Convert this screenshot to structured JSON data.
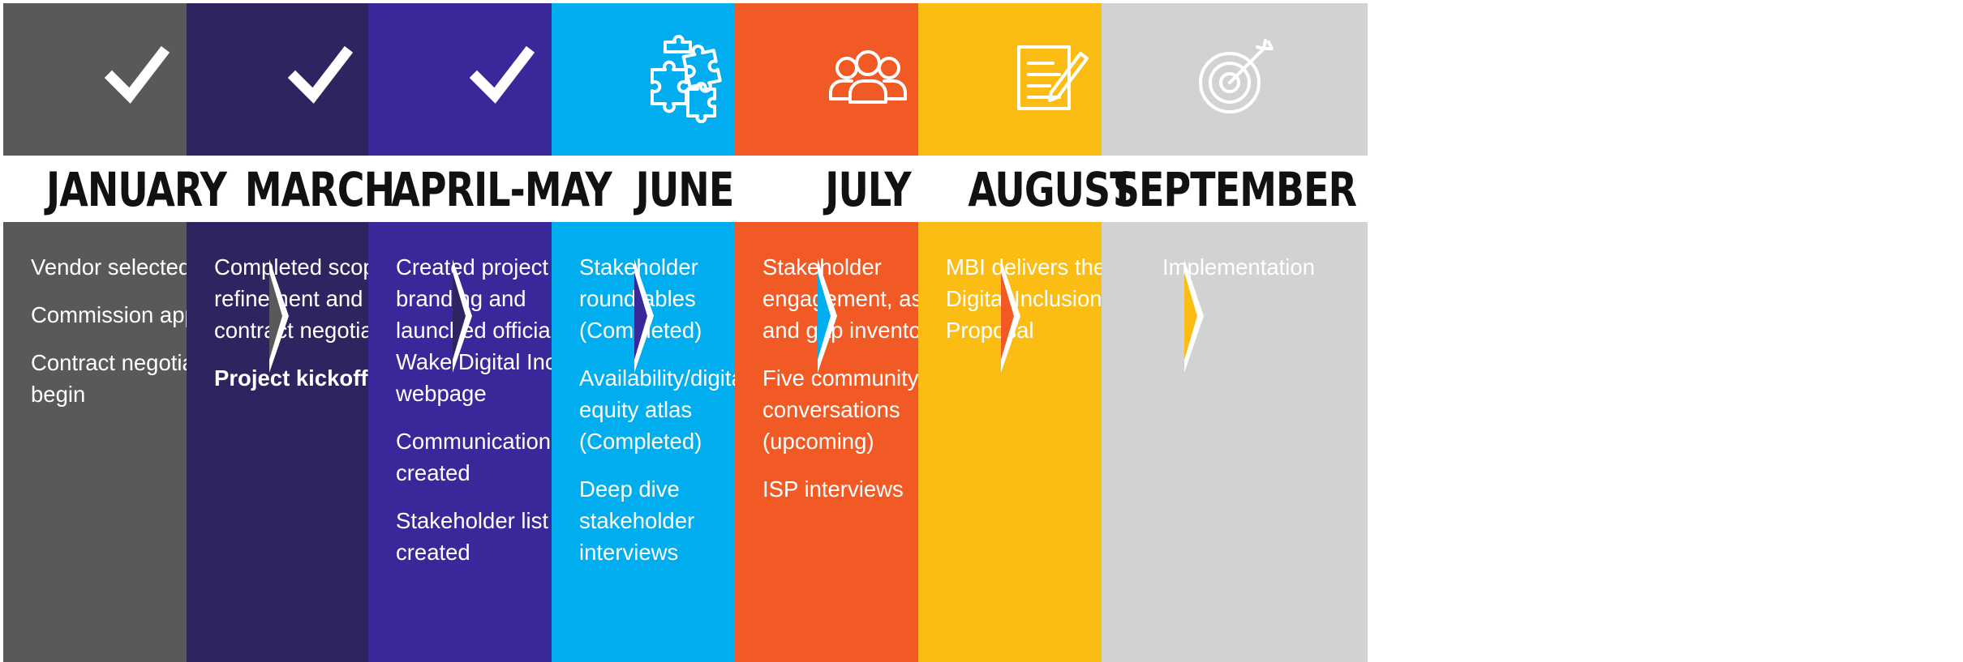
{
  "phases": [
    {
      "month": "JANUARY",
      "icon": "checkmark-icon",
      "color": "#58595b",
      "items": [
        {
          "text": "Vendor selected"
        },
        {
          "text": "Commission approval"
        },
        {
          "text": "Contract negotiations begin"
        }
      ]
    },
    {
      "month": "MARCH",
      "icon": "checkmark-icon",
      "color": "#2e2460",
      "items": [
        {
          "text": "Completed scope refinement and contract negotiations"
        },
        {
          "text": "Project kickoff!",
          "bold": true
        }
      ]
    },
    {
      "month": "APRIL-MAY",
      "icon": "checkmark-icon",
      "color": "#38289a",
      "items": [
        {
          "text": "Created project branding and launched official Wake Digital Inclusion webpage"
        },
        {
          "text": "Communications plan created"
        },
        {
          "text": "Stakeholder list created"
        }
      ]
    },
    {
      "month": "JUNE",
      "icon": "puzzle-pieces-icon",
      "color": "#00aeef",
      "items": [
        {
          "text": "Stakeholder roundtables (Completed)"
        },
        {
          "text": "Availability/digital equity atlas (Completed)"
        },
        {
          "text": "Deep dive stakeholder interviews"
        }
      ]
    },
    {
      "month": "JULY",
      "icon": "people-group-icon",
      "color": "#f15a24",
      "items": [
        {
          "text": "Stakeholder engagement, assets, and gap inventory"
        },
        {
          "text": "Five community conversations (upcoming)"
        },
        {
          "text": "ISP interviews"
        }
      ]
    },
    {
      "month": "AUGUST",
      "icon": "document-pen-icon",
      "color": "#fbbc13",
      "items": [
        {
          "text": "MBI delivers the Digital Inclusion Proposal"
        }
      ]
    },
    {
      "month": "SEPTEMBER",
      "icon": "target-arrow-icon",
      "color": "#d1d2d4",
      "items": [
        {
          "text": "Implementation",
          "center": true
        }
      ]
    }
  ]
}
